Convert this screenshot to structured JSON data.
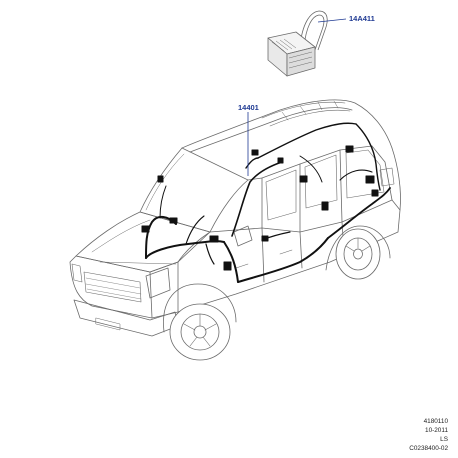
{
  "colors": {
    "line_art": "#6b6b6b",
    "harness": "#111111",
    "leader": "#1f3a93",
    "callout_text": "#1f3a93",
    "info_text": "#222222"
  },
  "callouts": {
    "connector_part": "14A411",
    "harness_part": "14401"
  },
  "info": {
    "drawing_number": "4180110",
    "date": "10-2011",
    "side": "LS",
    "reference": "C0238400-02"
  }
}
